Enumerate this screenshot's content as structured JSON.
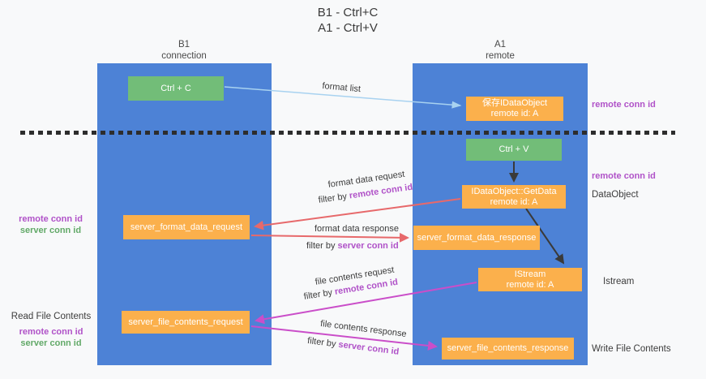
{
  "title": {
    "line1": "B1 - Ctrl+C",
    "line2": "A1 - Ctrl+V"
  },
  "columns": {
    "left": {
      "name": "B1",
      "subtitle": "connection"
    },
    "right": {
      "name": "A1",
      "subtitle": "remote"
    }
  },
  "nodes": {
    "ctrl_c": {
      "label": "Ctrl + C"
    },
    "ctrl_v": {
      "label": "Ctrl + V"
    },
    "save_dataobject": {
      "line1": "保存IDataObject",
      "line2": "remote id: A"
    },
    "getdata": {
      "line1": "IDataObject::GetData",
      "line2": "remote id: A"
    },
    "istream": {
      "line1": "IStream",
      "line2": "remote id: A"
    },
    "format_request": {
      "label": "server_format_data_request"
    },
    "format_response": {
      "label": "server_format_data_response"
    },
    "file_request": {
      "label": "server_file_contents_request"
    },
    "file_response": {
      "label": "server_file_contents_response"
    }
  },
  "arrow_labels": {
    "format_list": "format list",
    "format_data_request": {
      "line1": "format data request",
      "filter_prefix": "filter by ",
      "filter_key": "remote conn id"
    },
    "format_data_response": {
      "line1": "format data response",
      "filter_prefix": "filter by ",
      "filter_key": "server conn id"
    },
    "file_contents_request": {
      "line1": "file contents request",
      "filter_prefix": "filter by ",
      "filter_key": "remote conn id"
    },
    "file_contents_response": {
      "line1": "file contents response",
      "filter_prefix": "filter by ",
      "filter_key": "server conn id"
    }
  },
  "side_labels": {
    "remote_conn_top": "remote conn id",
    "remote_conn_mid": "remote conn id",
    "dataobject": "DataObject",
    "istream": "Istream",
    "write_file": "Write File Contents",
    "left_mid": {
      "remote": "remote conn id",
      "server": "server conn id"
    },
    "left_bottom": {
      "read": "Read File Contents",
      "remote": "remote conn id",
      "server": "server conn id"
    }
  },
  "colors": {
    "background": "#f8f9fa",
    "lifeline_blue": "#4d82d6",
    "key_green": "#72bd78",
    "node_orange": "#fbb04c",
    "arrow_red": "#e7696b",
    "arrow_magenta": "#ca4ec9",
    "arrow_lightblue": "#a8d2f0",
    "arrow_black": "#3a3a3a",
    "label_purple": "#b052c8",
    "label_green": "#62a968",
    "text_dark": "#3c3c3c"
  }
}
